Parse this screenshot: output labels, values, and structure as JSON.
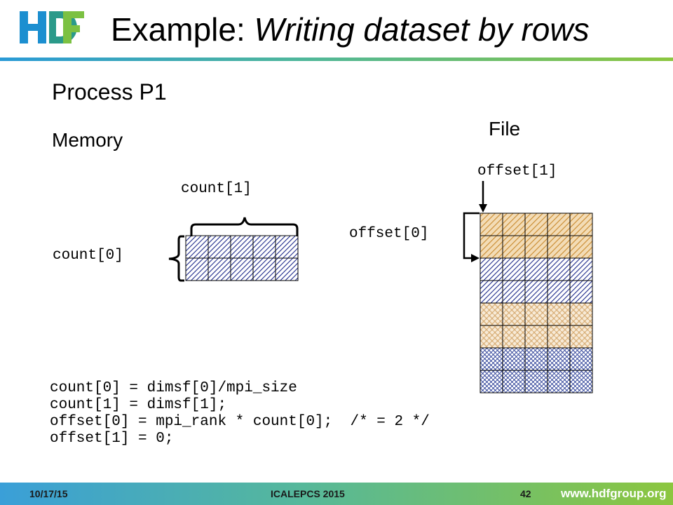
{
  "slide": {
    "logo_text": "HDF",
    "title_prefix": "Example: ",
    "title_emphasis": "Writing dataset by rows",
    "process_heading": "Process P1",
    "memory_label": "Memory",
    "file_label": "File",
    "count1_label": "count[1]",
    "count0_label": "count[0]",
    "offset1_label": "offset[1]",
    "offset0_label": "offset[0]",
    "code_lines": [
      "count[0] = dimsf[0]/mpi_size",
      "count[1] = dimsf[1];",
      "offset[0] = mpi_rank * count[0];  /* = 2 */",
      "offset[1] = 0;"
    ]
  },
  "footer": {
    "date": "10/17/15",
    "conference": "ICALEPCS 2015",
    "page": "42",
    "url": "www.hdfgroup.org"
  },
  "colors": {
    "memory_hatch": "#1e2a8a",
    "file_rows_p0": "#c98a2e",
    "file_rows_p1": "#1e2a8a",
    "file_rows_p2": "#d9b07a",
    "file_rows_p3": "#7a8cc4",
    "logo_blue": "#1c8fd0",
    "logo_green": "#7cc142"
  }
}
